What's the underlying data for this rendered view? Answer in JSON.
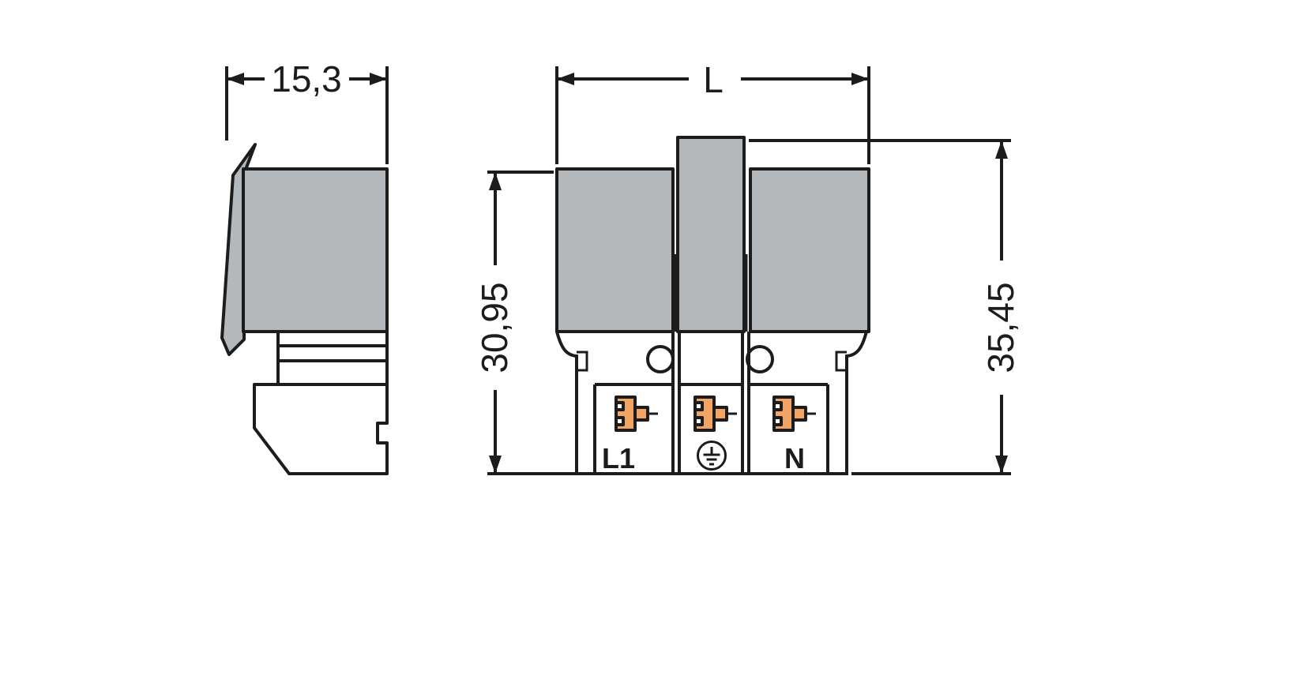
{
  "drawing": {
    "kind": "connector-dimension-drawing",
    "dimensions": {
      "side_width": "15,3",
      "length": "L",
      "body_height": "30,95",
      "total_height": "35,45"
    },
    "terminals": {
      "left": "L1",
      "center_icon": "protective-earth-icon",
      "right": "N"
    },
    "colors": {
      "outline": "#1c1c1c",
      "body_fill": "#b5b8ba",
      "clamp_fill": "#f2a464",
      "background": "#ffffff"
    }
  }
}
